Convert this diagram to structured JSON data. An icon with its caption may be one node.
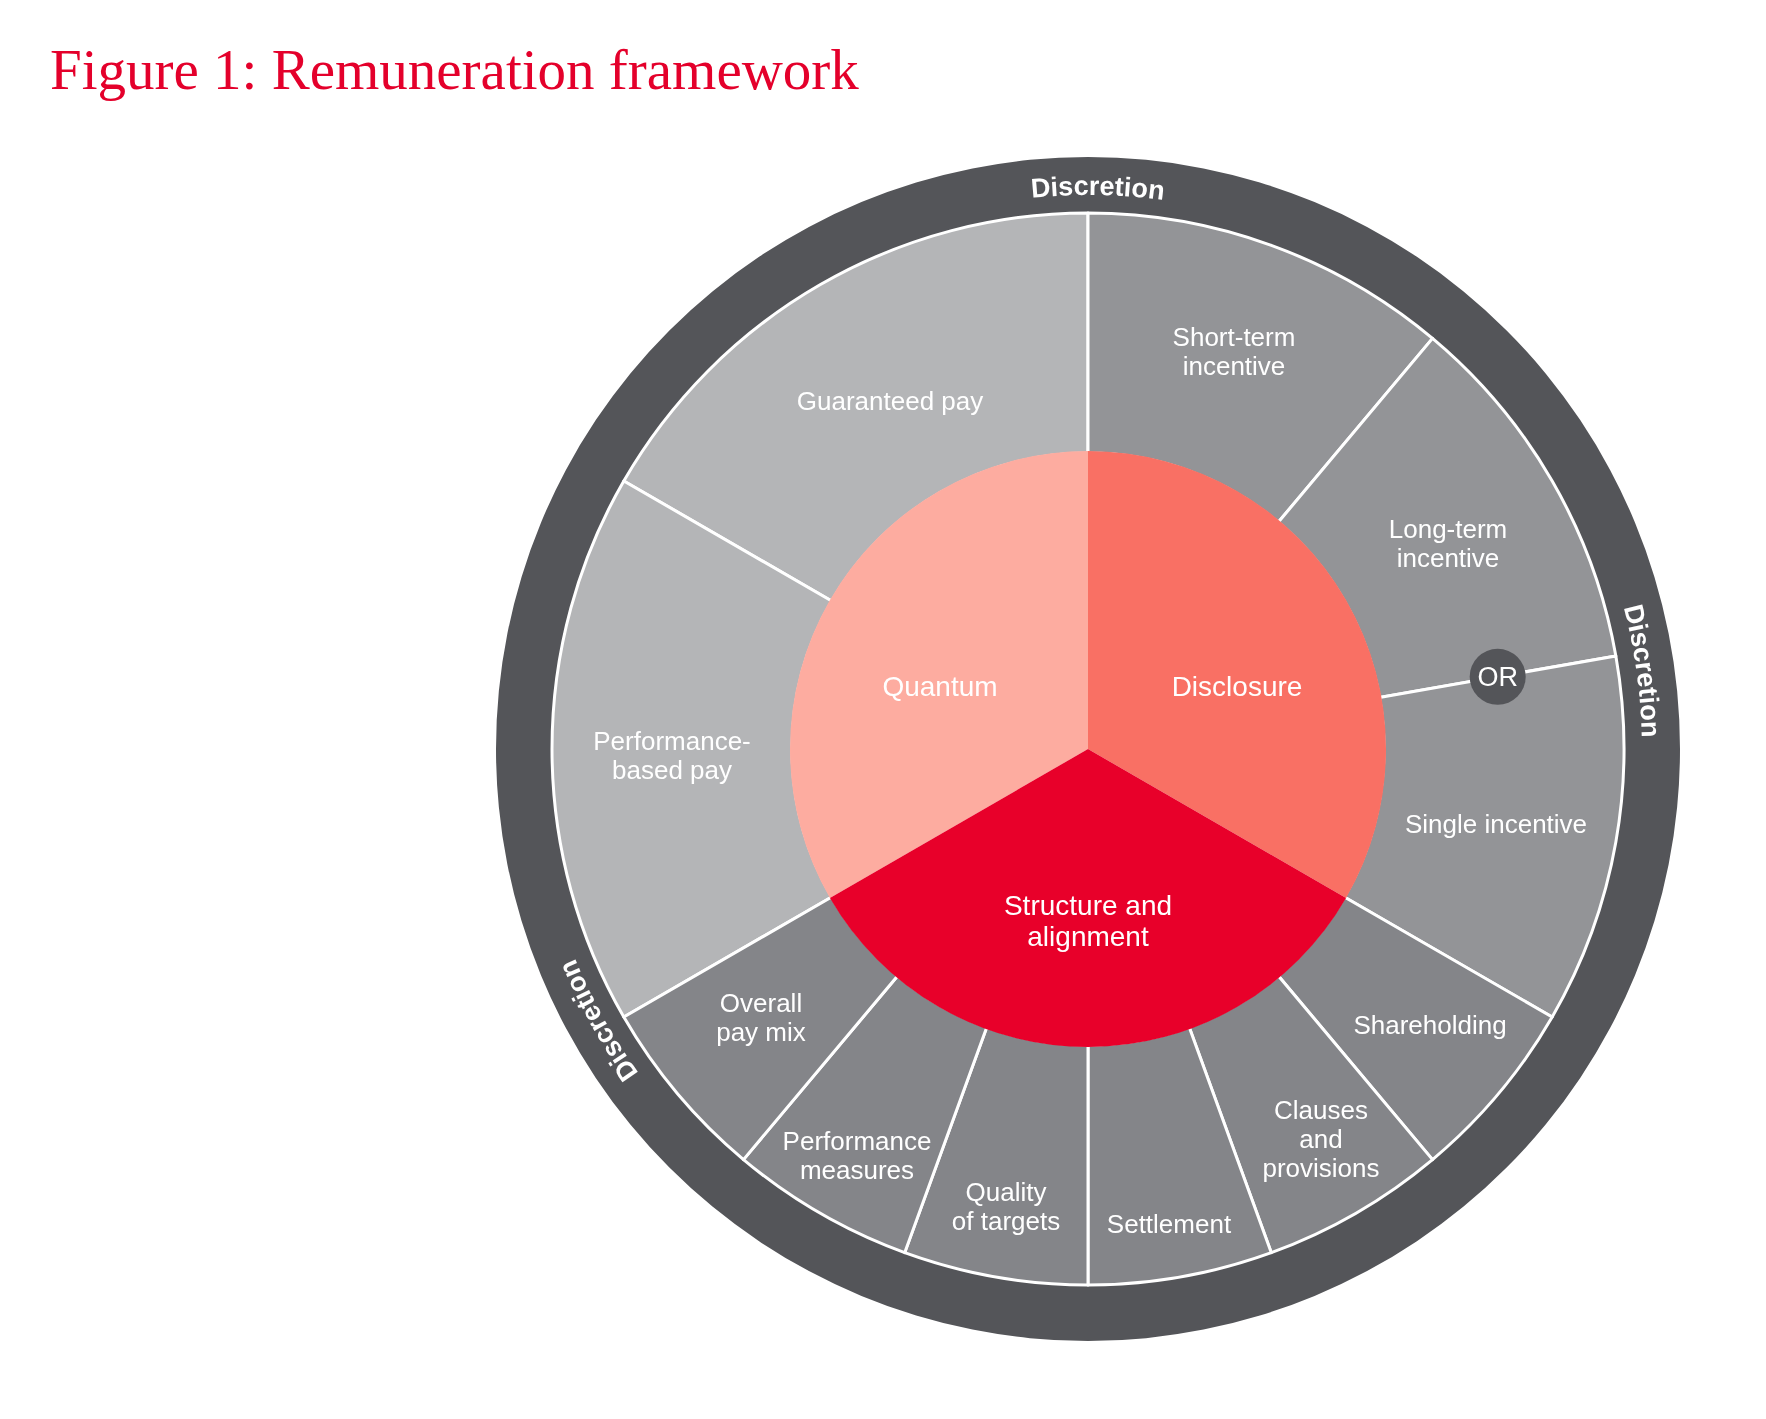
{
  "diagram": {
    "title": "Figure 1: Remuneration framework",
    "nodes": [
      {
        "text": [
          "Discretion",
          "Discretion",
          "Discretion"
        ]
      },
      {
        "text": [
          "Quantum"
        ],
        "in": 0
      },
      {
        "text": [
          "Disclosure"
        ],
        "in": 0
      },
      {
        "text": [
          "Structure and alignment"
        ],
        "in": 0
      },
      {
        "text": [
          "Guaranteed pay"
        ],
        "in": 0
      },
      {
        "text": [
          "Performance-based pay"
        ],
        "in": 0
      },
      {
        "text": [
          "Short-term incentive"
        ],
        "in": 0
      },
      {
        "text": [
          "Long-term incentive"
        ],
        "in": 0
      },
      {
        "text": [
          "OR"
        ],
        "in": 0
      },
      {
        "text": [
          "Single incentive"
        ],
        "in": 0
      },
      {
        "text": [
          "Shareholding"
        ],
        "in": 0
      },
      {
        "text": [
          "Clauses and provisions"
        ],
        "in": 0
      },
      {
        "text": [
          "Settlement"
        ],
        "in": 0
      },
      {
        "text": [
          "Quality of targets"
        ],
        "in": 0
      },
      {
        "text": [
          "Performance measures"
        ],
        "in": 0
      },
      {
        "text": [
          "Overall pay mix"
        ],
        "in": 0
      }
    ]
  }
}
